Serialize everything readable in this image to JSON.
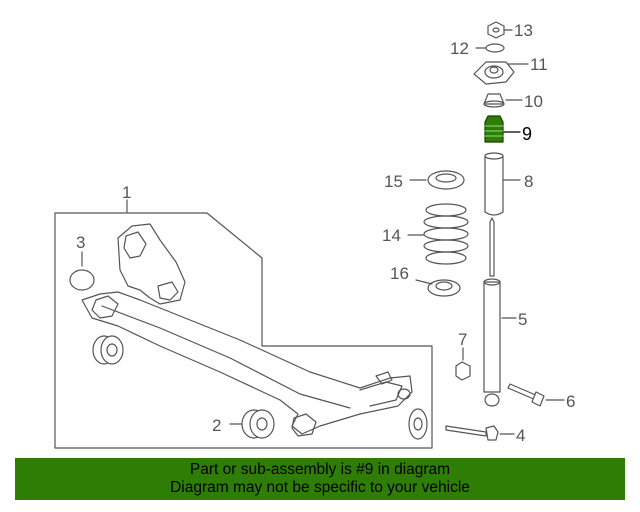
{
  "diagram": {
    "highlight_color": "#2e7d05",
    "callouts": [
      "1",
      "2",
      "3",
      "4",
      "5",
      "6",
      "7",
      "8",
      "9",
      "10",
      "11",
      "12",
      "13",
      "14",
      "15",
      "16"
    ],
    "highlighted_callout": "9"
  },
  "banner": {
    "background": "#2e7d05",
    "line1": "Part or sub-assembly is #9 in diagram",
    "line2": "Diagram may not be specific to your vehicle"
  }
}
